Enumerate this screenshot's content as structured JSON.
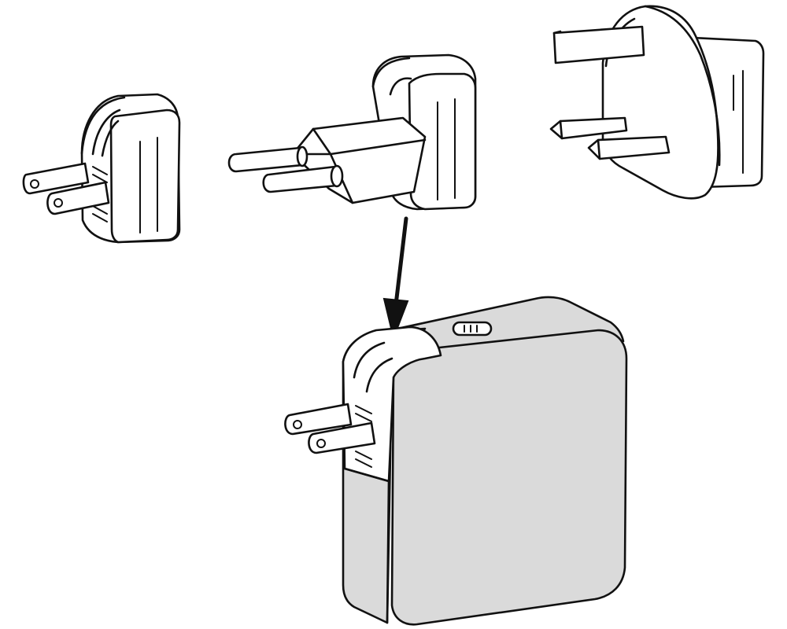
{
  "diagram": {
    "description_hidden": "",
    "components": [
      {
        "id": "us-plug-adapter",
        "icon": "us-plug-icon"
      },
      {
        "id": "eu-plug-adapter",
        "icon": "eu-plug-icon"
      },
      {
        "id": "uk-plug-adapter",
        "icon": "uk-plug-icon"
      },
      {
        "id": "power-adapter-body",
        "icon": "charger-icon"
      },
      {
        "id": "insert-arrow",
        "icon": "arrow-down-icon"
      }
    ],
    "colors": {
      "line": "#111111",
      "background": "#ffffff",
      "body": "#dadada",
      "highlight": "#ffffff"
    }
  }
}
